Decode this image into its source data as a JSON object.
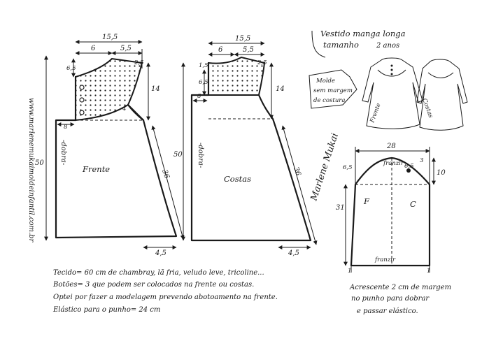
{
  "website": "www.marlenemukaimoldeinfantil.com.br",
  "title_line1": "Vestido manga longa",
  "title_line2": "tamanho",
  "size": "2 anos",
  "callout": [
    "Molde",
    "sem margem",
    "de costura"
  ],
  "signature": "Marlene Mukai",
  "front": {
    "label": "Frente",
    "fold": "-dobra-",
    "width_total": "15,5",
    "yoke_width": "6",
    "neck_width": "5,5",
    "shoulder_drop": "2,5",
    "neck_depth": "6,5",
    "yoke_height": "14",
    "inner_4": "4",
    "waist_8": "8",
    "length": "50",
    "side": "36",
    "hem_ext": "4,5"
  },
  "back": {
    "label": "Costas",
    "fold": "-dobra-",
    "width_total": "15,5",
    "yoke_width": "6",
    "neck_width": "5,5",
    "shoulder_drop": "2,5",
    "neck_depth": "1,5",
    "yoke_height_65": "6,5",
    "yoke_height": "14",
    "waist_8": "8",
    "length": "50",
    "side": "36",
    "hem_ext": "4,5"
  },
  "sleeve": {
    "width": "28",
    "cap_left": "6,5",
    "cap_right": "6,5",
    "ease": "3",
    "gather_top": "franzir",
    "cap_height": "10",
    "length": "31",
    "front_mark": "F",
    "back_mark": "C",
    "gather_bottom": "franzir",
    "cuff_left": "1",
    "cuff_right": "1"
  },
  "notes": [
    "Tecido= 60 cm de chambray, lã fria, veludo leve, tricoline...",
    "Botões= 3 que podem ser colocados na frente ou costas.",
    "Optei por fazer a modelagem prevendo abotoamento na frente.",
    "Elástico para o punho= 24 cm"
  ],
  "sleeve_note": [
    "Acrescente 2 cm de margem",
    "no punho para dobrar",
    "e passar elástico."
  ],
  "illustration_labels": {
    "front": "Frente",
    "back": "Costas"
  }
}
